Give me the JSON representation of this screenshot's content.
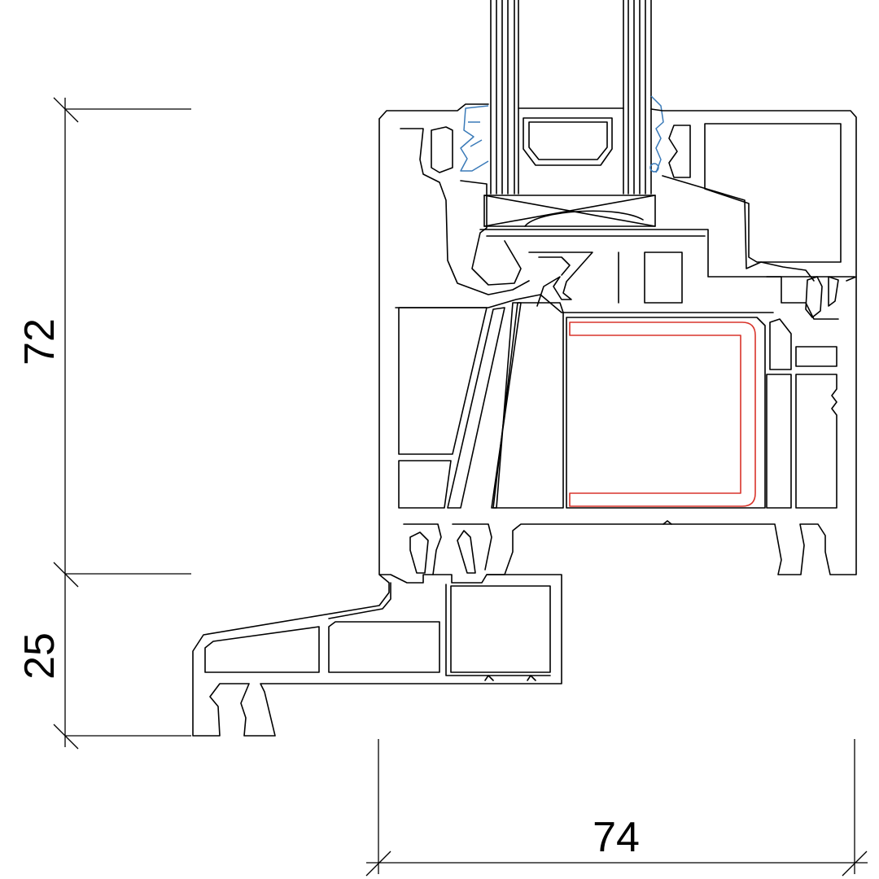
{
  "dimensions": {
    "frame_height": "72",
    "sill_height": "25",
    "frame_depth": "74"
  },
  "colors": {
    "outline": "#000000",
    "gasket": "#3a7ab8",
    "steel_reinforcement": "#d9342b"
  }
}
